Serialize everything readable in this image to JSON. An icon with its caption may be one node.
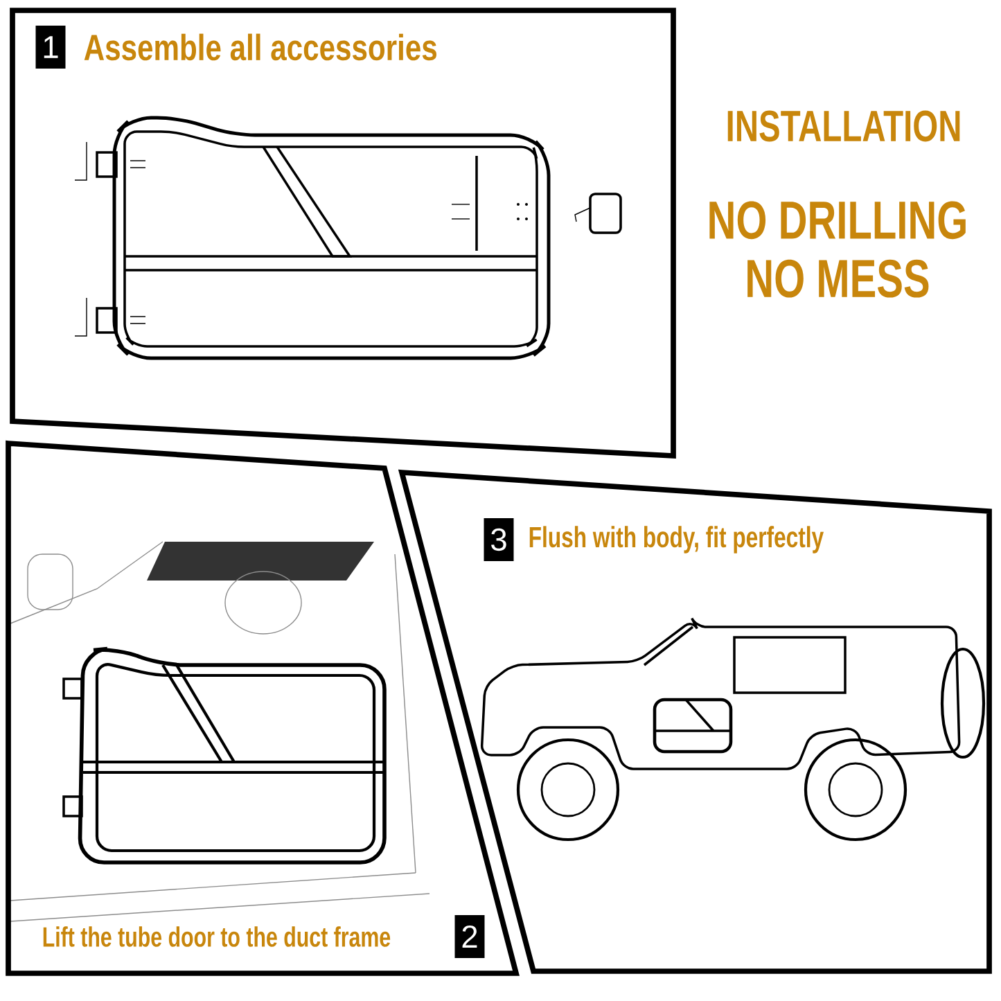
{
  "diagram": {
    "title": "INSTALLATION",
    "nodes": [
      {
        "text": [
          "Assemble all accessories"
        ]
      },
      {
        "text": [
          "1"
        ],
        "in": 0
      },
      {
        "text": [
          "Lift the tube door to the duct frame"
        ]
      },
      {
        "text": [
          "2"
        ],
        "in": 2
      },
      {
        "text": [
          "Flush with body, fit perfectly"
        ]
      },
      {
        "text": [
          "3"
        ],
        "in": 4
      }
    ],
    "labels": [
      "NO DRILLING NO MESS"
    ]
  }
}
